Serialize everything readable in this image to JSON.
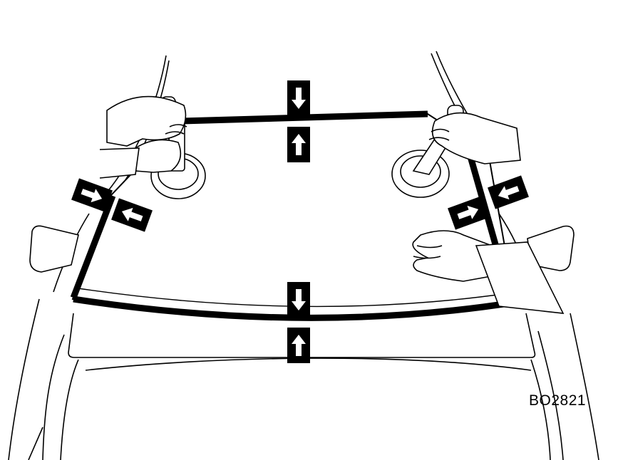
{
  "figure": {
    "code": "BO2821",
    "ink_color": "#000000",
    "paper_color": "#ffffff",
    "arrow_markers": [
      {
        "name": "top-arrow-down",
        "direction": "down"
      },
      {
        "name": "top-arrow-up",
        "direction": "up"
      },
      {
        "name": "bottom-arrow-down",
        "direction": "down"
      },
      {
        "name": "bottom-arrow-up",
        "direction": "up"
      },
      {
        "name": "left-arrow-outer",
        "direction": "right"
      },
      {
        "name": "left-arrow-inner",
        "direction": "left"
      },
      {
        "name": "right-arrow-inner",
        "direction": "right"
      },
      {
        "name": "right-arrow-outer",
        "direction": "left"
      }
    ]
  }
}
